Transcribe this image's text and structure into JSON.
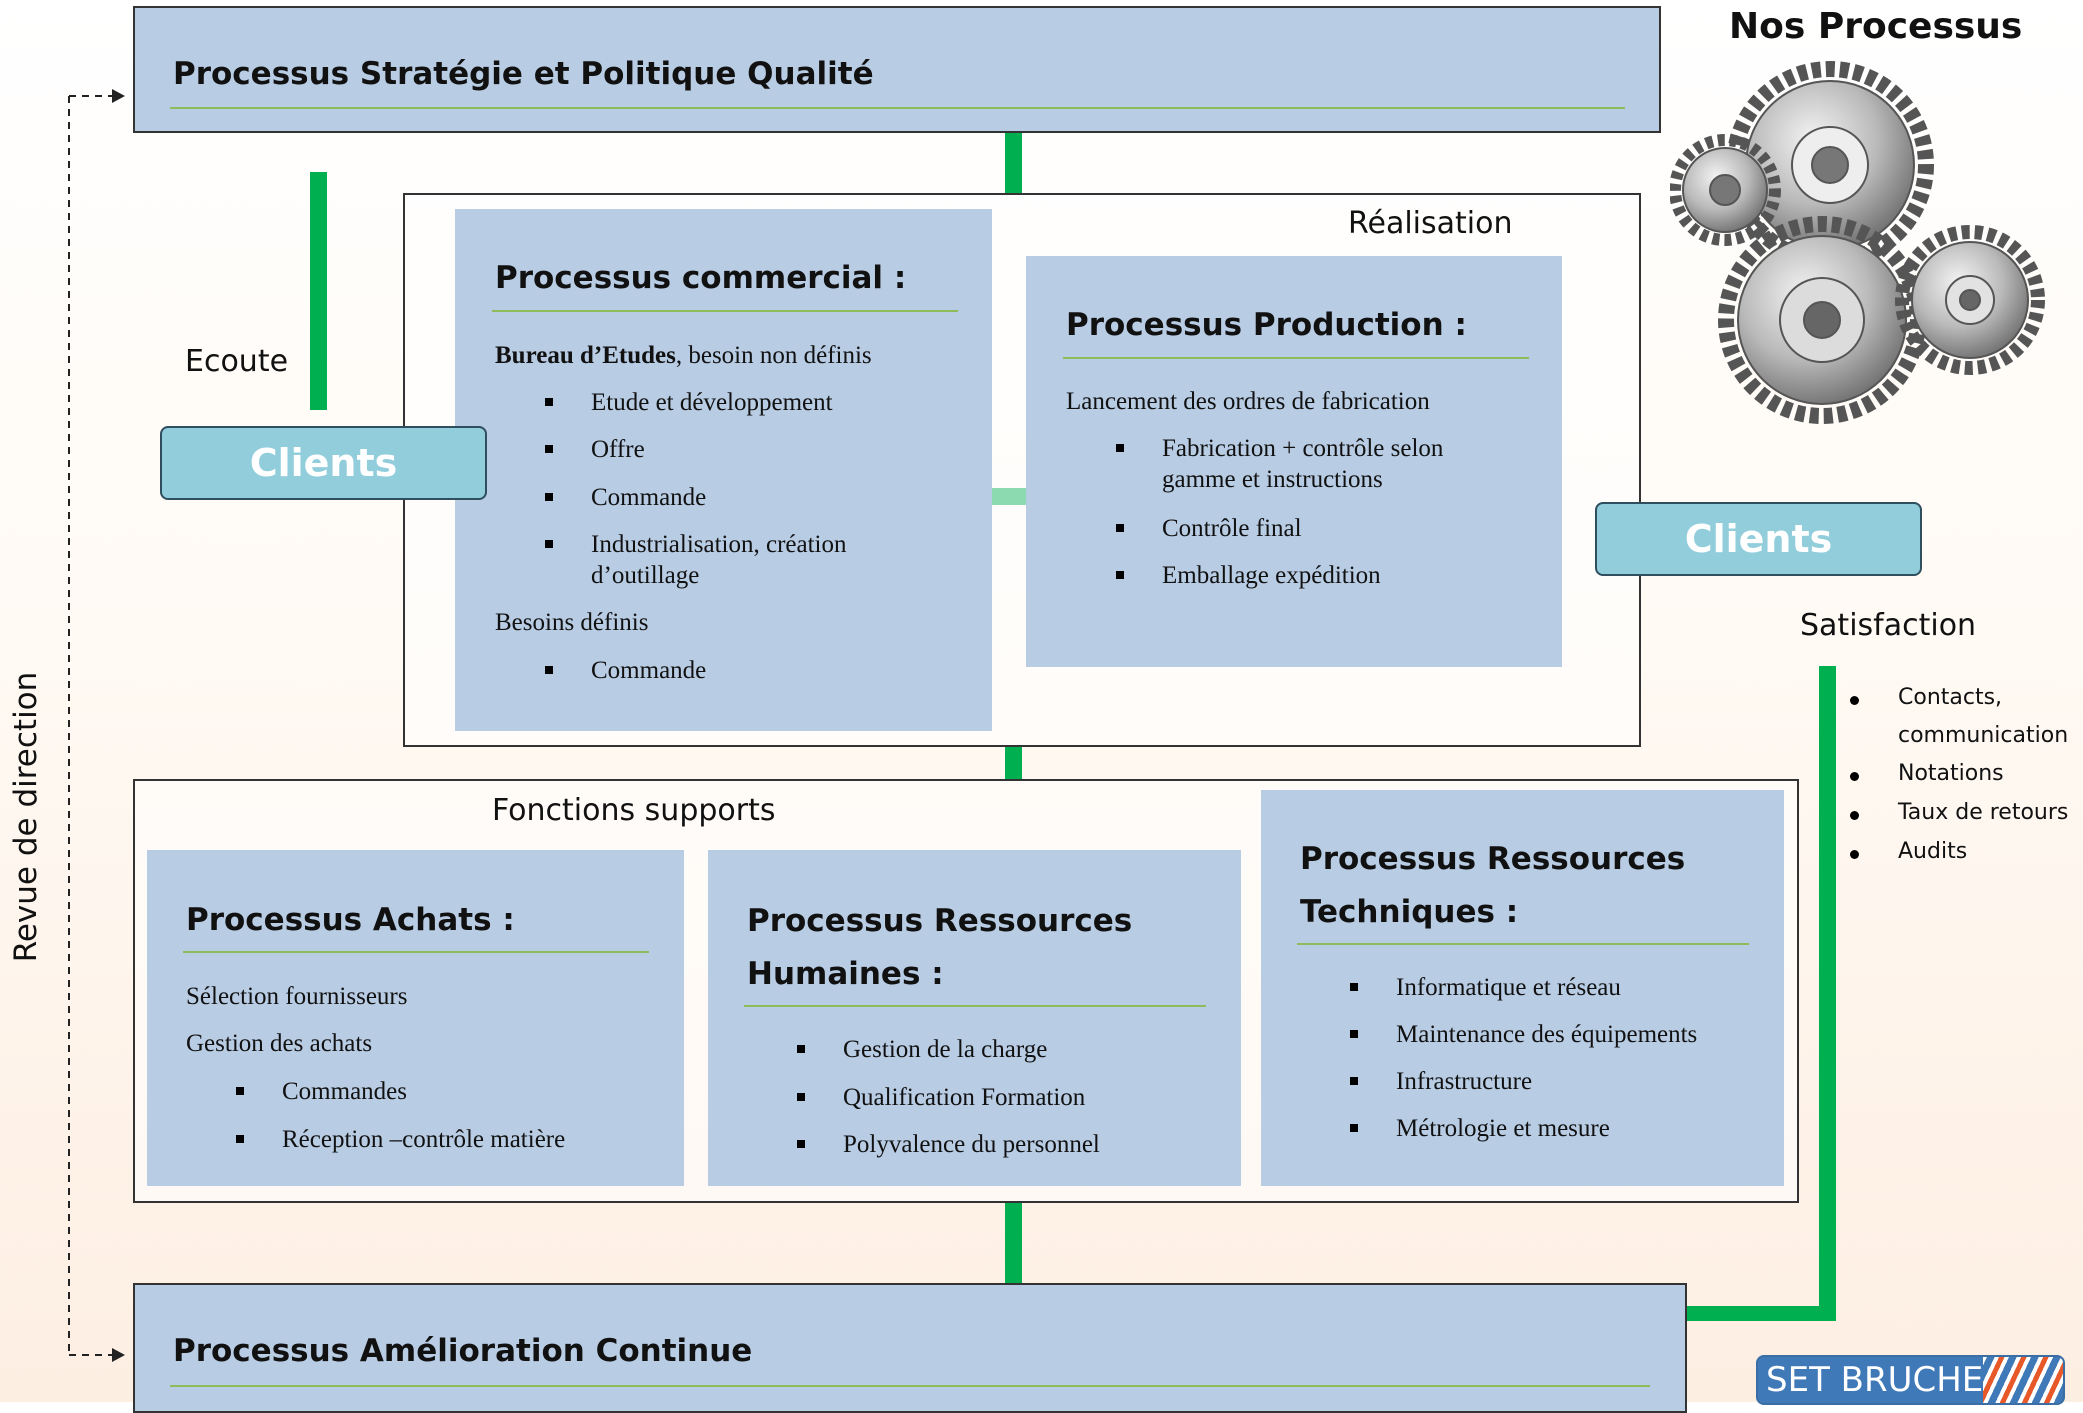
{
  "title": "Nos Processus",
  "revue": "Revue de direction",
  "strategie": {
    "title": "Processus Stratégie et Politique Qualité"
  },
  "amelioration": {
    "title": "Processus Amélioration Continue"
  },
  "ecoute": "Ecoute",
  "clients_label": "Clients",
  "satisfaction": {
    "label": "Satisfaction",
    "items": [
      "Contacts,",
      "communication",
      "Notations",
      "Taux de retours",
      "Audits"
    ]
  },
  "realisation": {
    "label": "Réalisation",
    "commercial": {
      "title": "Processus commercial :",
      "bureau_bold": "Bureau d’Etudes",
      "bureau_rest": ", besoin non définis",
      "items": [
        "Etude et développement",
        "Offre",
        "Commande",
        "Industrialisation, création",
        "d’outillage"
      ],
      "besoins": "Besoins définis",
      "besoins_item": "Commande"
    },
    "production": {
      "title": "Processus Production :",
      "intro": "Lancement des ordres de fabrication",
      "items": [
        "Fabrication + contrôle selon",
        "gamme et instructions",
        "Contrôle final",
        "Emballage expédition"
      ]
    }
  },
  "supports": {
    "label": "Fonctions supports",
    "achats": {
      "title": "Processus Achats :",
      "lines": [
        "Sélection fournisseurs",
        "Gestion des achats"
      ],
      "items": [
        "Commandes",
        "Réception –contrôle matière"
      ]
    },
    "rh": {
      "title_1": "Processus Ressources",
      "title_2": "Humaines :",
      "items": [
        "Gestion de la charge",
        "Qualification Formation",
        "Polyvalence du personnel"
      ]
    },
    "tech": {
      "title_1": "Processus Ressources",
      "title_2": "Techniques :",
      "items": [
        "Informatique et réseau",
        "Maintenance des équipements",
        "Infrastructure",
        "Métrologie et mesure"
      ]
    }
  },
  "logo": "SET BRUCHE",
  "colors": {
    "box": "#b8cce4",
    "green": "#00b050",
    "client": "#92cddc"
  }
}
